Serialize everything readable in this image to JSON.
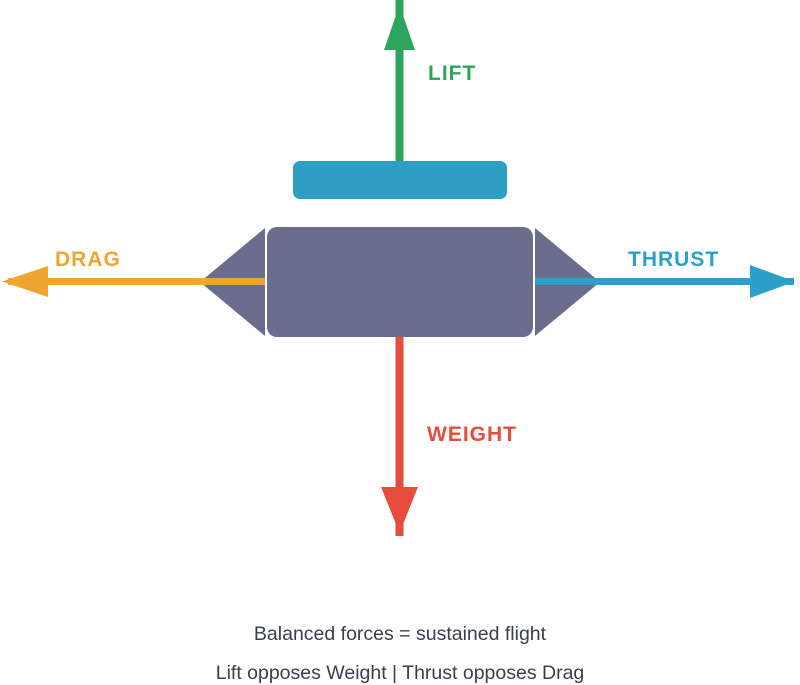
{
  "diagram": {
    "type": "forces-of-flight",
    "background": "#FFFFFF",
    "arrows": {
      "lift": {
        "label": "LIFT",
        "color": "#2FA45E",
        "direction": "up"
      },
      "drag": {
        "label": "DRAG",
        "color": "#F2A431",
        "direction": "left"
      },
      "thrust": {
        "label": "THRUST",
        "color": "#2BA0C9",
        "direction": "right"
      },
      "weight": {
        "label": "WEIGHT",
        "color": "#E74C3C",
        "direction": "down"
      }
    },
    "airplane": {
      "fuselage_color": "#6A6E8C",
      "wing_color": "#2E9EC5"
    },
    "caption": {
      "line1": "Balanced forces = sustained flight",
      "line2": "Lift opposes Weight | Thrust opposes Drag",
      "color": "#38404E"
    }
  }
}
